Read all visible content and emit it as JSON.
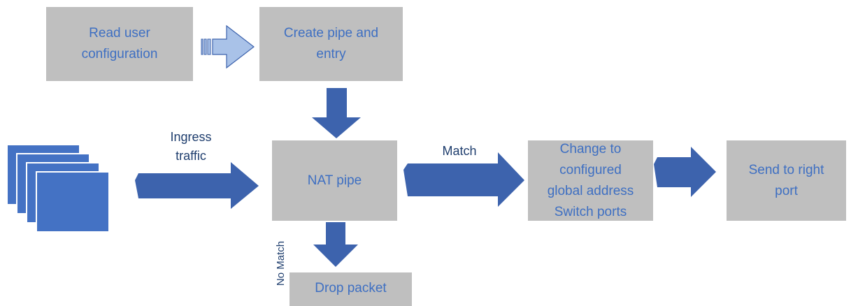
{
  "nodes": {
    "read_config": "Read user\nconfiguration",
    "create_pipe": "Create pipe and\nentry",
    "nat_pipe": "NAT pipe",
    "change_address": "Change to\nconfigured\nglobal address\nSwitch ports",
    "send_port": "Send to right\nport",
    "drop_packet": "Drop packet"
  },
  "edge_labels": {
    "ingress": "Ingress\ntraffic",
    "match": "Match",
    "no_match": "No Match"
  },
  "colors": {
    "box_fill": "#bfbfbf",
    "box_text": "#3e6fc2",
    "arrow_fill": "#3d63ad",
    "arrow_light": "#a9c2e8",
    "packet_fill": "#4472c4",
    "label_text": "#1f3e6e"
  }
}
